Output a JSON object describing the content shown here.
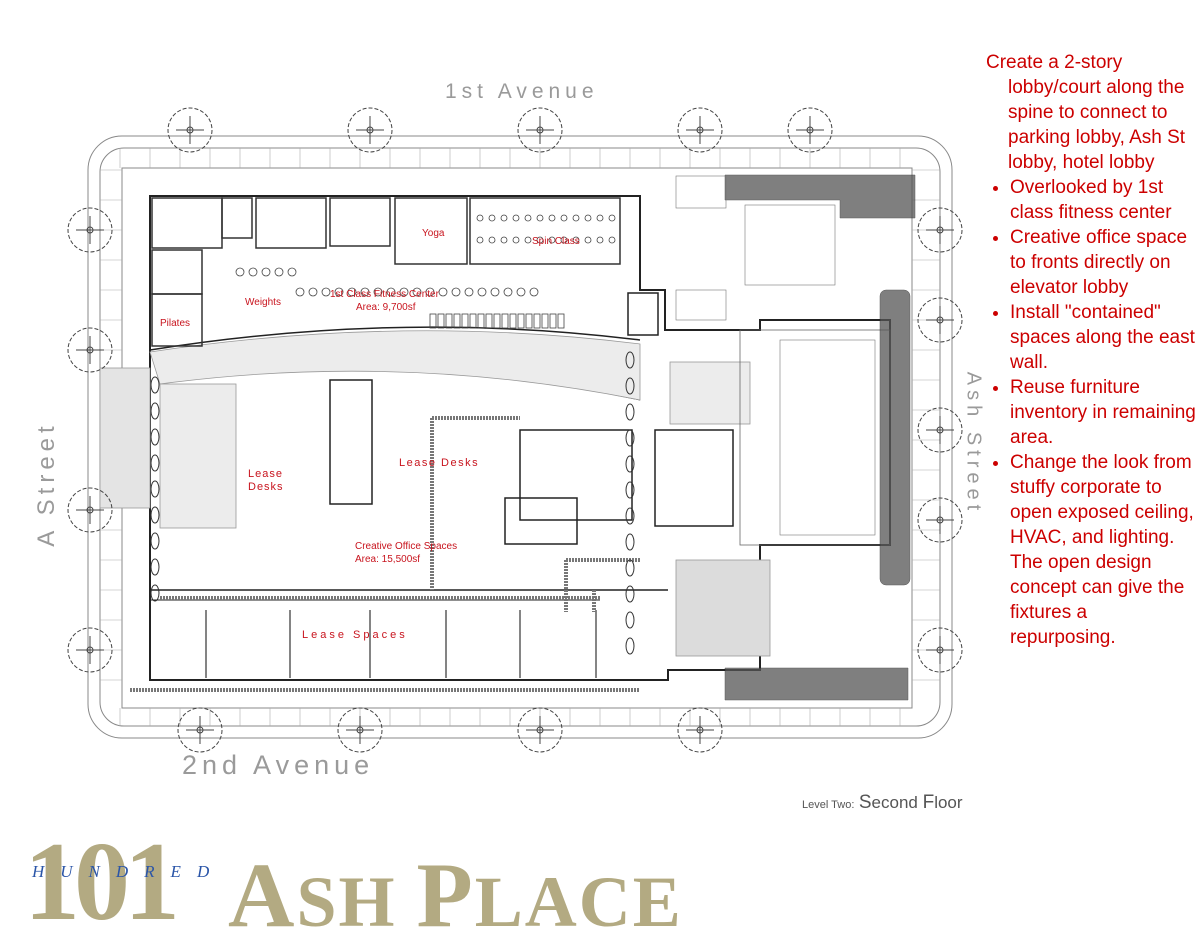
{
  "streets": {
    "north": "1st Avenue",
    "south": "2nd Avenue",
    "west": "A Street",
    "east": "Ash Street"
  },
  "rooms": {
    "yoga": "Yoga",
    "spin": "Spin Class",
    "weights": "Weights",
    "pilates": "Pilates",
    "fitness_title": "1st Class Fitness Center",
    "fitness_area": "Area: 9,700sf",
    "lease_desks_left_1": "Lease",
    "lease_desks_left_2": "Desks",
    "lease_desks_center": "Lease Desks",
    "creative_title": "Creative Office Spaces",
    "creative_area": "Area: 15,500sf",
    "lease_spaces": "Lease Spaces"
  },
  "notes": {
    "lead": "Create a 2-story lobby/court along the spine to connect to parking lobby, Ash St lobby, hotel lobby",
    "bullets": [
      "Overlooked by 1st class fitness center",
      "Creative office space to fronts directly on elevator lobby",
      "Install \"contained\" spaces along the east wall.",
      "Reuse furniture inventory in remaining area.",
      "Change the look from stuffy corporate to open exposed ceiling, HVAC, and lighting.  The open design concept can give the fixtures a repurposing."
    ]
  },
  "level": {
    "prefix": "Level Two:",
    "name_s": "S",
    "name_rest1": "econd ",
    "name_f": "F",
    "name_rest2": "loor"
  },
  "logo": {
    "number": "101",
    "hundred": "HUNDRED",
    "name_a_cap": "A",
    "name_a_rest": "SH ",
    "name_p_cap": "P",
    "name_p_rest": "LACE"
  },
  "colors": {
    "note_text": "#cc0000",
    "logo_gold": "#b3aa82",
    "logo_blue": "#2a55a8",
    "street_text": "#9a9a9a"
  }
}
